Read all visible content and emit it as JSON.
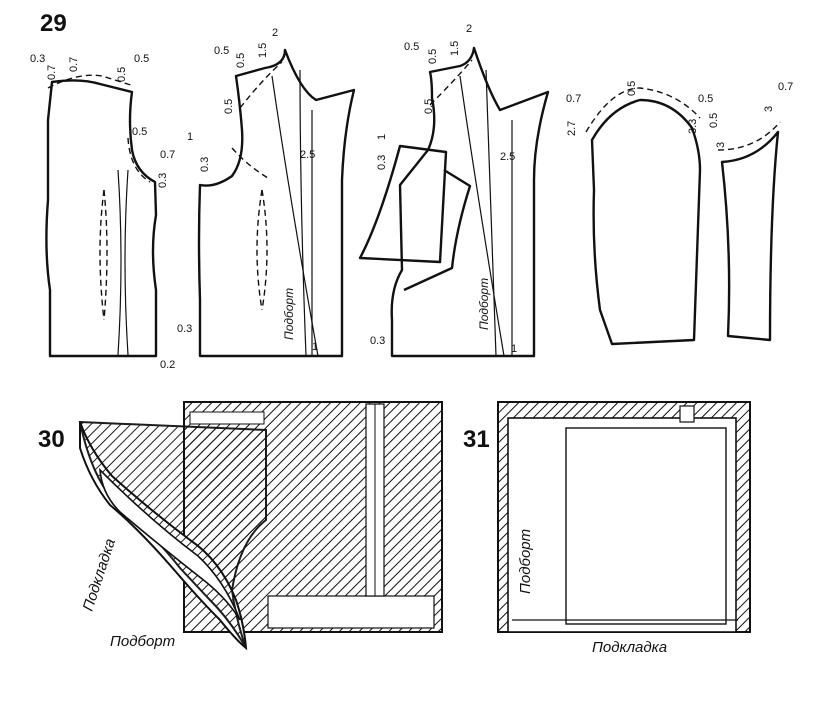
{
  "figures": {
    "fig29": {
      "number": "29"
    },
    "fig30": {
      "number": "30"
    },
    "fig31": {
      "number": "31"
    }
  },
  "dims": {
    "d1": "0.3",
    "d2": "0.7",
    "d3": "0.7",
    "d4": "0.5",
    "d5": "0.5",
    "d6": "0.5",
    "d7": "0.7",
    "d8": "0.3",
    "d9": "0.3",
    "d10": "1",
    "d11": "0.3",
    "d12": "0.2",
    "d13": "0.5",
    "d14": "0.5",
    "d15": "1.5",
    "d16": "2",
    "d17": "0.5",
    "d18": "2.5",
    "d19": "1",
    "d20": "0.5",
    "d21": "0.5",
    "d22": "1.5",
    "d23": "2",
    "d24": "0.5",
    "d25": "1",
    "d26": "0.3",
    "d27": "2.5",
    "d28": "0.3",
    "d29": "1",
    "d30": "0.7",
    "d31": "2.7",
    "d32": "0.5",
    "d33": "3.3",
    "d34": "0.5",
    "d35": "3",
    "d36": "3",
    "d37": "0.7",
    "d38": "0.5"
  },
  "labels": {
    "podbort_1": "Подборт",
    "podbort_2": "Подборт",
    "podkladka_30": "Подкладка",
    "podbort_30": "Подборт",
    "podbort_31": "Подборт",
    "podkladka_31": "Подкладка"
  }
}
